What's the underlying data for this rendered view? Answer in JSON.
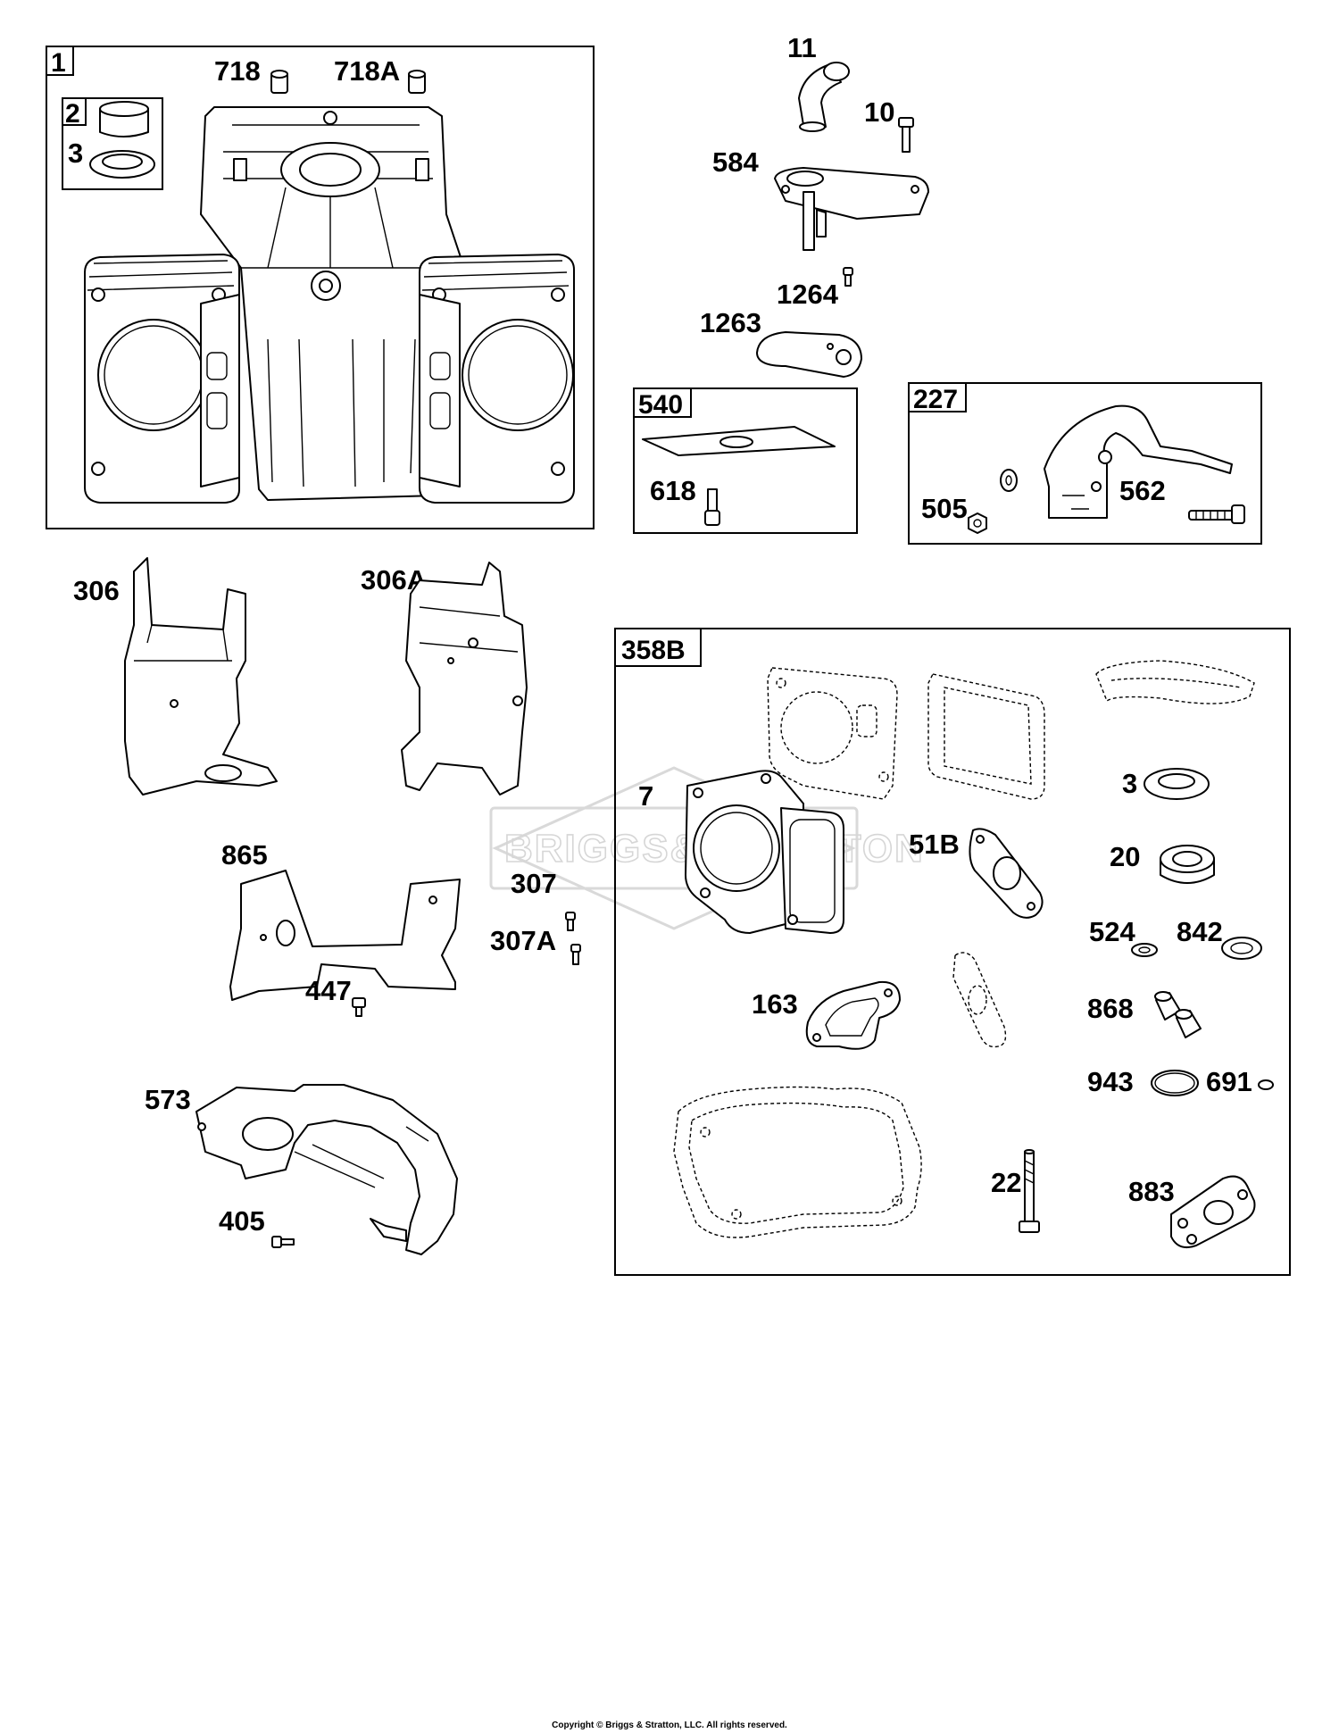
{
  "groups": {
    "block": "1",
    "bushing_set": "2",
    "breather": "540",
    "bracket": "227",
    "gasket_set": "358B"
  },
  "labels": {
    "p718": "718",
    "p718a": "718A",
    "p3_top": "3",
    "p11": "11",
    "p10": "10",
    "p584": "584",
    "p1264": "1264",
    "p1263": "1263",
    "p618": "618",
    "p505": "505",
    "p562": "562",
    "p306": "306",
    "p306a": "306A",
    "p865": "865",
    "p307": "307",
    "p307a": "307A",
    "p447": "447",
    "p573": "573",
    "p405": "405",
    "p7": "7",
    "p51b": "51B",
    "p163": "163",
    "p3": "3",
    "p20": "20",
    "p524": "524",
    "p842": "842",
    "p868": "868",
    "p943": "943",
    "p691": "691",
    "p22": "22",
    "p883": "883"
  },
  "watermark": "BRIGGS&STRATTON",
  "copyright": "Copyright © Briggs & Stratton, LLC. All rights reserved."
}
